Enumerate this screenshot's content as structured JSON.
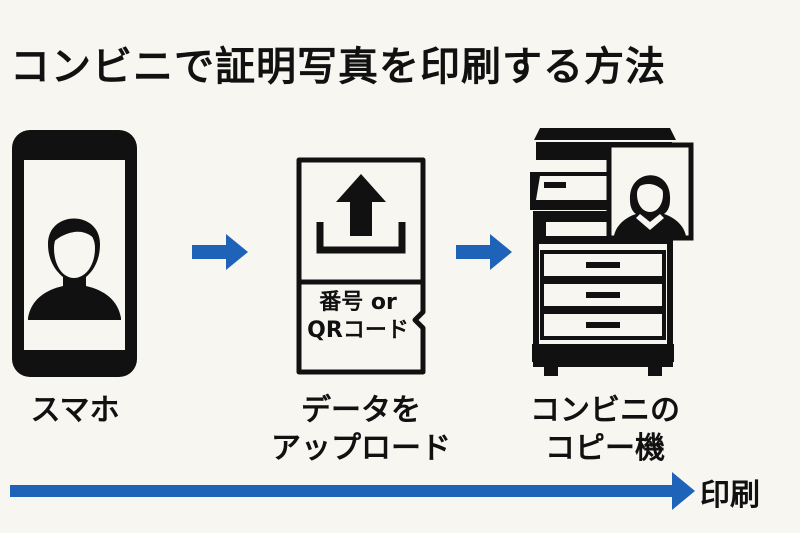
{
  "title": "コンビニで証明写真を印刷する方法",
  "colors": {
    "accent": "#1f63b8",
    "ink": "#111111",
    "background": "#f7f6f1"
  },
  "steps": [
    {
      "icon": "smartphone-portrait-icon",
      "label_lines": [
        "スマホ"
      ]
    },
    {
      "icon": "upload-card-icon",
      "label_lines": [
        "データを",
        "アップロード"
      ],
      "card_lines": [
        "番号 or",
        "QRコード"
      ]
    },
    {
      "icon": "copy-machine-icon",
      "label_lines": [
        "コンビニの",
        "コピー機"
      ]
    }
  ],
  "timeline": {
    "end_label": "印刷"
  }
}
